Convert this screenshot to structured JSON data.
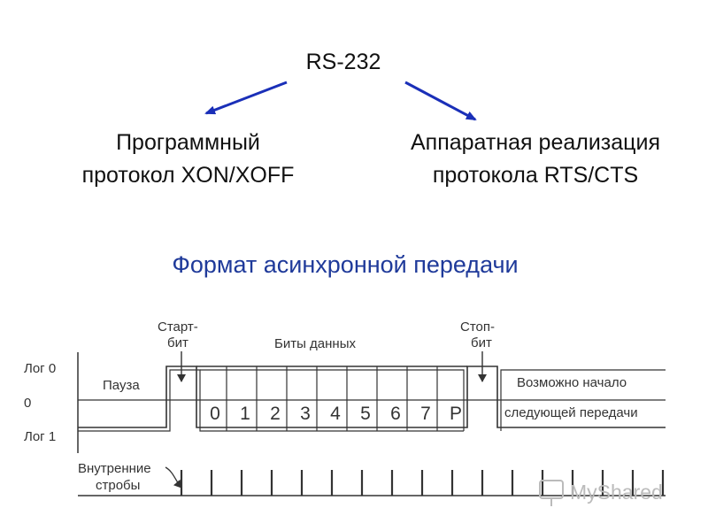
{
  "header": {
    "title": "RS-232"
  },
  "branches": {
    "left": {
      "line1": "Программный",
      "line2": "протокол XON/XOFF"
    },
    "right": {
      "line1": "Аппаратная реализация",
      "line2": "протокола RTS/CTS"
    }
  },
  "section_title": "Формат асинхронной передачи",
  "timing": {
    "levels": {
      "log0": "Лог 0",
      "zero": "0",
      "log1": "Лог 1"
    },
    "pause": "Пауза",
    "start_bit": {
      "line1": "Старт-",
      "line2": "бит"
    },
    "data_bits_label": "Биты данных",
    "stop_bit": {
      "line1": "Стоп-",
      "line2": "бит"
    },
    "bits": [
      "0",
      "1",
      "2",
      "3",
      "4",
      "5",
      "6",
      "7",
      "P"
    ],
    "next_start": {
      "line1": "Возможно начало",
      "line2": "следующей передачи"
    },
    "strobes": {
      "line1": "Внутренние",
      "line2": "стробы"
    }
  },
  "watermark": "MyShared",
  "colors": {
    "arrow": "#1a2fb8",
    "section_title": "#1f3a9a",
    "diagram_lines": "#333333",
    "watermark": "#bbbbbb"
  }
}
